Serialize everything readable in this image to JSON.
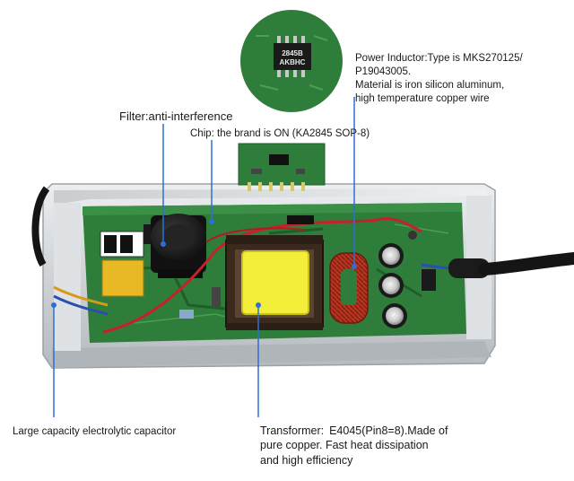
{
  "image": {
    "description_labels": {
      "filter": "Filter:anti-interference",
      "chip": "Chip: the brand is ON (KA2845 SOP-8)",
      "inductor_lines": [
        "Power Inductor:Type is MKS270125/",
        "P19043005.",
        "Material is iron silicon aluminum,",
        "high temperature copper wire"
      ],
      "capacitor": "Large capacity electrolytic capacitor",
      "transformer_head": "Transformer:",
      "transformer_rest": "E4045(Pin8=8).Made of",
      "transformer_lines": [
        "pure copper. Fast heat dissipation",
        "and high efficiency"
      ]
    },
    "chip_markings": [
      "2845B",
      "AKBHC"
    ],
    "colors": {
      "pcb": "#2f7d3a",
      "pcb_dark": "#1f5e2a",
      "aluminum": "#d7dadd",
      "transformer_core": "#f2ee3a",
      "transformer_bobbin": "#3a2a1e",
      "inductor": "#b83520",
      "leader_line": "#2d6fd6",
      "wire_red": "#c8202a",
      "cable": "#1a1a1a"
    }
  }
}
